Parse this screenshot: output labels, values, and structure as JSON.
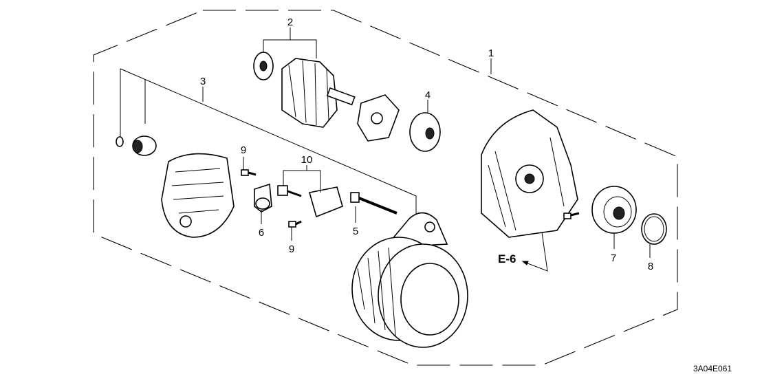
{
  "diagram": {
    "callouts": [
      {
        "id": "1"
      },
      {
        "id": "2"
      },
      {
        "id": "3"
      },
      {
        "id": "4"
      },
      {
        "id": "5"
      },
      {
        "id": "6"
      },
      {
        "id": "7"
      },
      {
        "id": "8"
      },
      {
        "id": "9"
      },
      {
        "id": "9"
      },
      {
        "id": "10"
      }
    ],
    "reference": "E-6",
    "drawing_code": "3A04E061"
  }
}
